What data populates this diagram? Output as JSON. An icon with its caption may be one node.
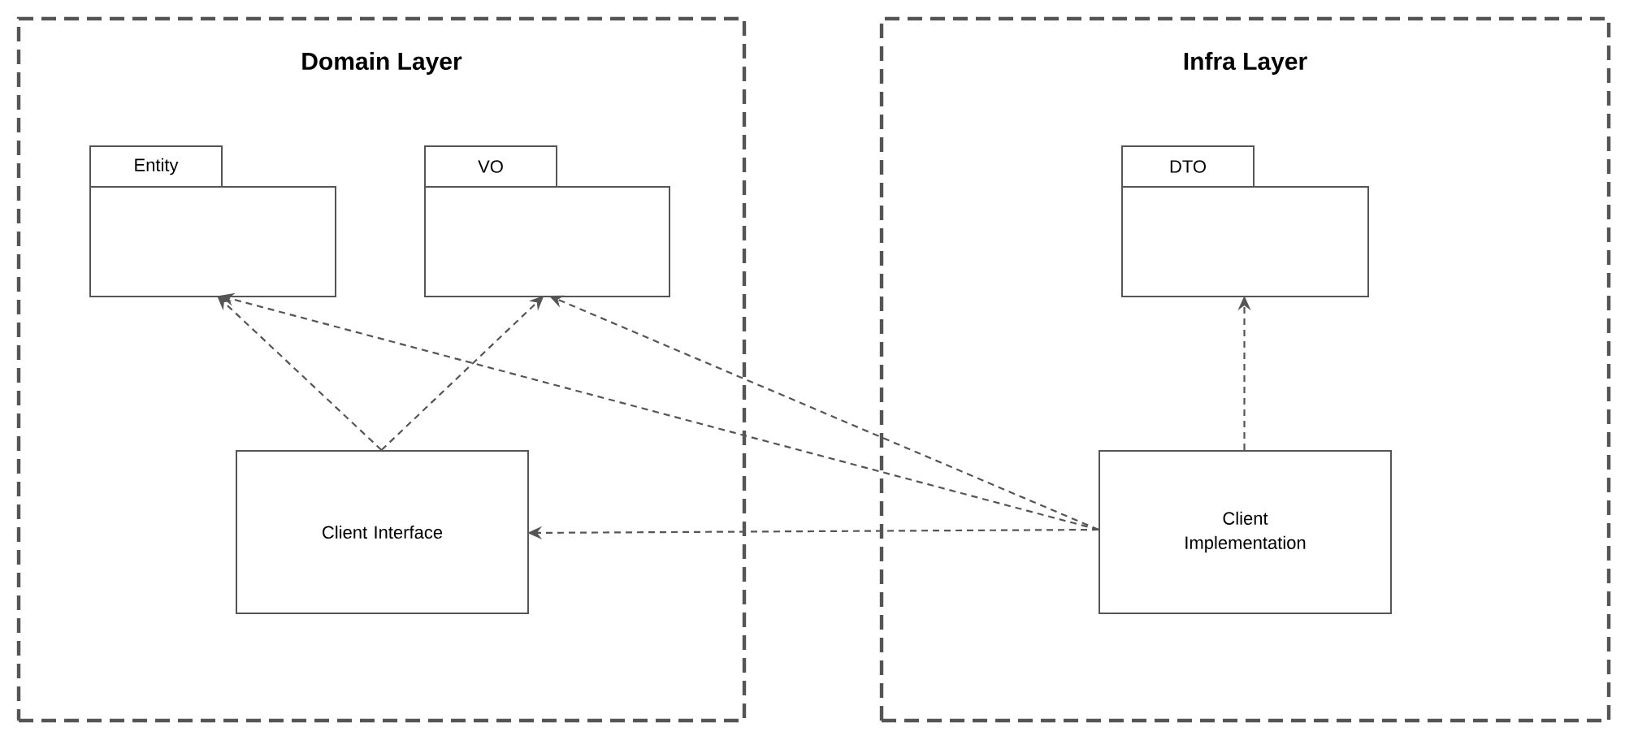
{
  "diagram": {
    "nodes": [
      {
        "text": [
          "Domain Layer"
        ]
      },
      {
        "text": [
          "Entity"
        ],
        "in": 0
      },
      {
        "text": [
          "VO"
        ],
        "in": 0
      },
      {
        "text": [
          "Client Interface"
        ],
        "in": 0
      },
      {
        "text": [
          "Infra Layer"
        ]
      },
      {
        "text": [
          "DTO"
        ],
        "in": 4
      },
      {
        "text": [
          "Client Implementation"
        ],
        "in": 4
      }
    ],
    "edges": [
      {
        "from": 3,
        "to": 1,
        "arrow": "to",
        "style": "dashed"
      },
      {
        "from": 3,
        "to": 2,
        "arrow": "to",
        "style": "dashed"
      },
      {
        "from": 6,
        "to": 1,
        "arrow": "to",
        "style": "dashed"
      },
      {
        "from": 6,
        "to": 2,
        "arrow": "to",
        "style": "dashed"
      },
      {
        "from": 6,
        "to": 5,
        "arrow": "to",
        "style": "dashed"
      },
      {
        "from": 6,
        "to": 3,
        "arrow": "to",
        "style": "dashed"
      }
    ]
  }
}
